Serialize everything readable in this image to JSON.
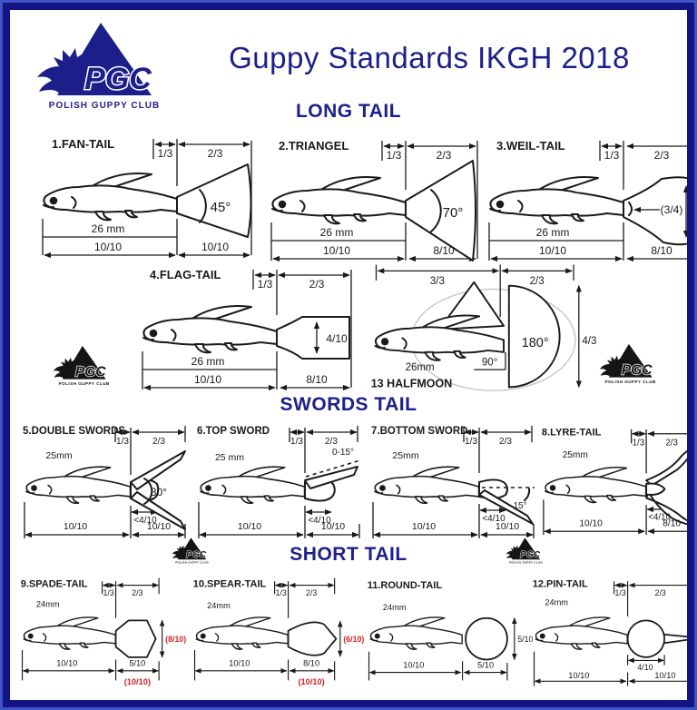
{
  "header": {
    "title": "Guppy Standards IKGH 2018"
  },
  "logo": {
    "acronym": "PGC",
    "club": "POLISH GUPPY CLUB"
  },
  "sections": {
    "long": "LONG TAIL",
    "swords": "SWORDS TAIL",
    "short": "SHORT TAIL"
  },
  "colors": {
    "navy": "#1c1f8a",
    "red": "#d42020",
    "ink": "#1a1a1a"
  },
  "diagrams": {
    "fan": {
      "name": "1.FAN-TAIL",
      "f1": "1/3",
      "f2": "2/3",
      "angle": "45°",
      "len": "26 mm",
      "d1": "10/10",
      "d2": "10/10"
    },
    "triangel": {
      "name": "2.TRIANGEL",
      "f1": "1/3",
      "f2": "2/3",
      "angle": "70°",
      "len": "26 mm",
      "d1": "10/10",
      "d2": "8/10"
    },
    "weil": {
      "name": "3.WEIL-TAIL",
      "f1": "1/3",
      "f2": "2/3",
      "note": "(3/4)",
      "len": "26 mm",
      "d1": "10/10",
      "d2": "8/10"
    },
    "flag": {
      "name": "4.FLAG-TAIL",
      "f1": "1/3",
      "f2": "2/3",
      "h": "4/10",
      "len": "26 mm",
      "d1": "10/10",
      "d2": "8/10"
    },
    "halfmoon": {
      "name": "13 HALFMOON",
      "f1": "3/3",
      "f2": "2/3",
      "angle": "180°",
      "angle2": "90°",
      "len": "26mm",
      "h": "4/3"
    },
    "dsw": {
      "name": "5.DOUBLE SWORDS",
      "len": "25mm",
      "f1": "1/3",
      "f2": "2/3",
      "angle": "30°",
      "p": "<4/10",
      "d1": "10/10",
      "d2": "10/10"
    },
    "tsw": {
      "name": "6.TOP SWORD",
      "len": "25 mm",
      "f1": "1/3",
      "f2": "2/3",
      "angle": "0-15°",
      "p": "<4/10",
      "d1": "10/10",
      "d2": "10/10"
    },
    "bsw": {
      "name": "7.BOTTOM SWORD",
      "len": "25mm",
      "f1": "1/3",
      "f2": "2/3",
      "angle": "15°",
      "p": "<4/10",
      "d1": "10/10",
      "d2": "10/10"
    },
    "lyre": {
      "name": "8.LYRE-TAIL",
      "len": "25mm",
      "f1": "1/3",
      "f2": "2/3",
      "p": "<4/10",
      "d1": "10/10",
      "d2": "8/10"
    },
    "spade": {
      "name": "9.SPADE-TAIL",
      "len": "24mm",
      "f1": "1/3",
      "f2": "2/3",
      "hr": "(8/10)",
      "d1": "10/10",
      "d2": "5/10",
      "dr": "(10/10)"
    },
    "spear": {
      "name": "10.SPEAR-TAIL",
      "len": "24mm",
      "f1": "1/3",
      "f2": "2/3",
      "hr": "(6/10)",
      "d1": "10/10",
      "d2": "8/10",
      "dr": "(10/10)"
    },
    "round": {
      "name": "11.ROUND-TAIL",
      "len": "24mm",
      "h": "5/10",
      "d1": "10/10",
      "d2": "5/10"
    },
    "pin": {
      "name": "12.PIN-TAIL",
      "len": "24mm",
      "f1": "1/3",
      "f2": "2/3",
      "p": "4/10",
      "d1": "10/10",
      "d2": "10/10"
    }
  }
}
